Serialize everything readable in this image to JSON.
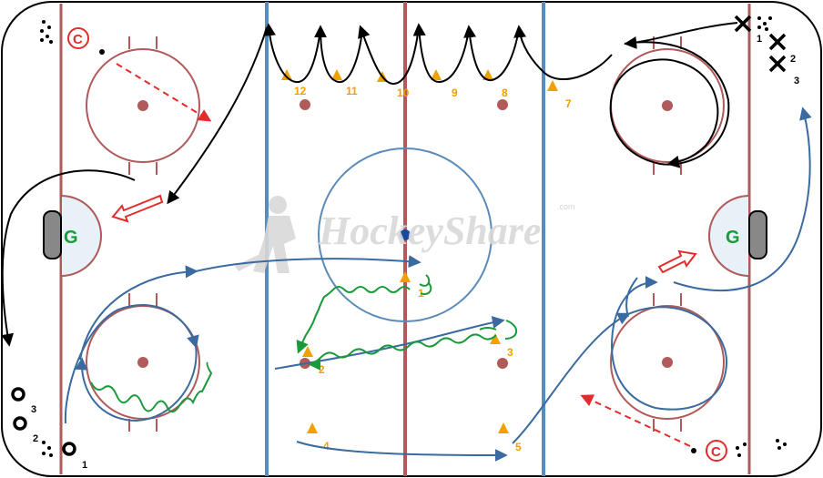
{
  "watermark": {
    "text": "HockeyShare",
    "suffix": ".com"
  },
  "goalie_label": "G",
  "coach_label": "C",
  "top_cones": [
    "12",
    "11",
    "10",
    "9",
    "8",
    "7"
  ],
  "bottom_cones": [
    "1",
    "2",
    "3",
    "4",
    "5"
  ],
  "team_x": {
    "numbers": [
      "1",
      "2",
      "3"
    ]
  },
  "team_o": {
    "numbers": [
      "3",
      "2",
      "1"
    ]
  },
  "colors": {
    "boards": "#000000",
    "red_line": "#b05a5a",
    "blue_line": "#5b8bb8",
    "faceoff_circle": "#b05a5a",
    "center_circle": "#5b8bb8",
    "black_path": "#000000",
    "blue_path": "#3a6aa0",
    "green_path": "#1a9a3a",
    "coach_red": "#e32b2b",
    "cone": "#f0a000"
  }
}
